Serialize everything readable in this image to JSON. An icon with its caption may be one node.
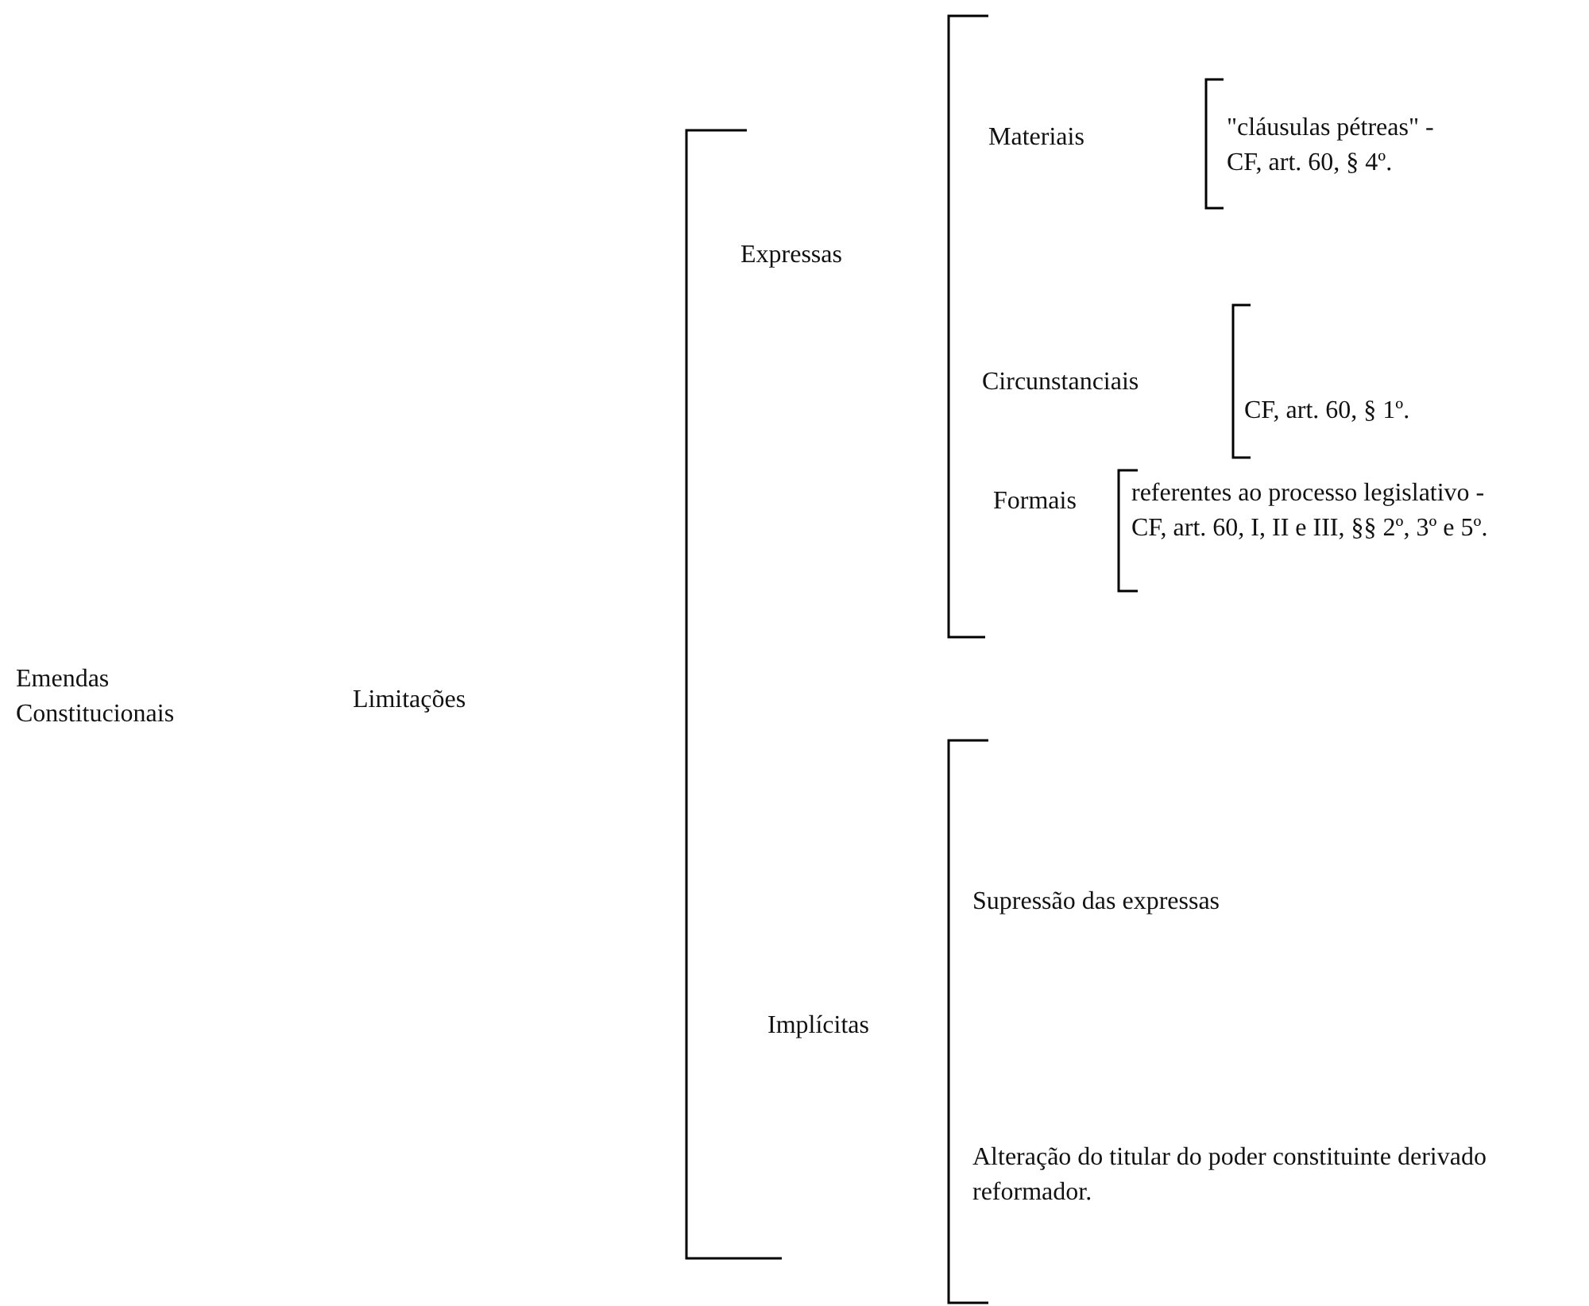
{
  "diagram": {
    "labels": [
      "Emendas Constitucionais",
      "Limitações",
      "Expressas",
      "Materiais",
      "\"cláusulas pétreas\" - CF, art. 60, § 4º.",
      "Circunstanciais",
      "CF, art. 60, § 1º.",
      "Formais",
      "referentes ao processo legislativo - CF, art. 60, I, II e III, §§ 2º, 3º e 5º.",
      "Implícitas",
      "Supressão das expressas",
      "Alteração do titular do poder constituinte derivado reformador."
    ]
  }
}
